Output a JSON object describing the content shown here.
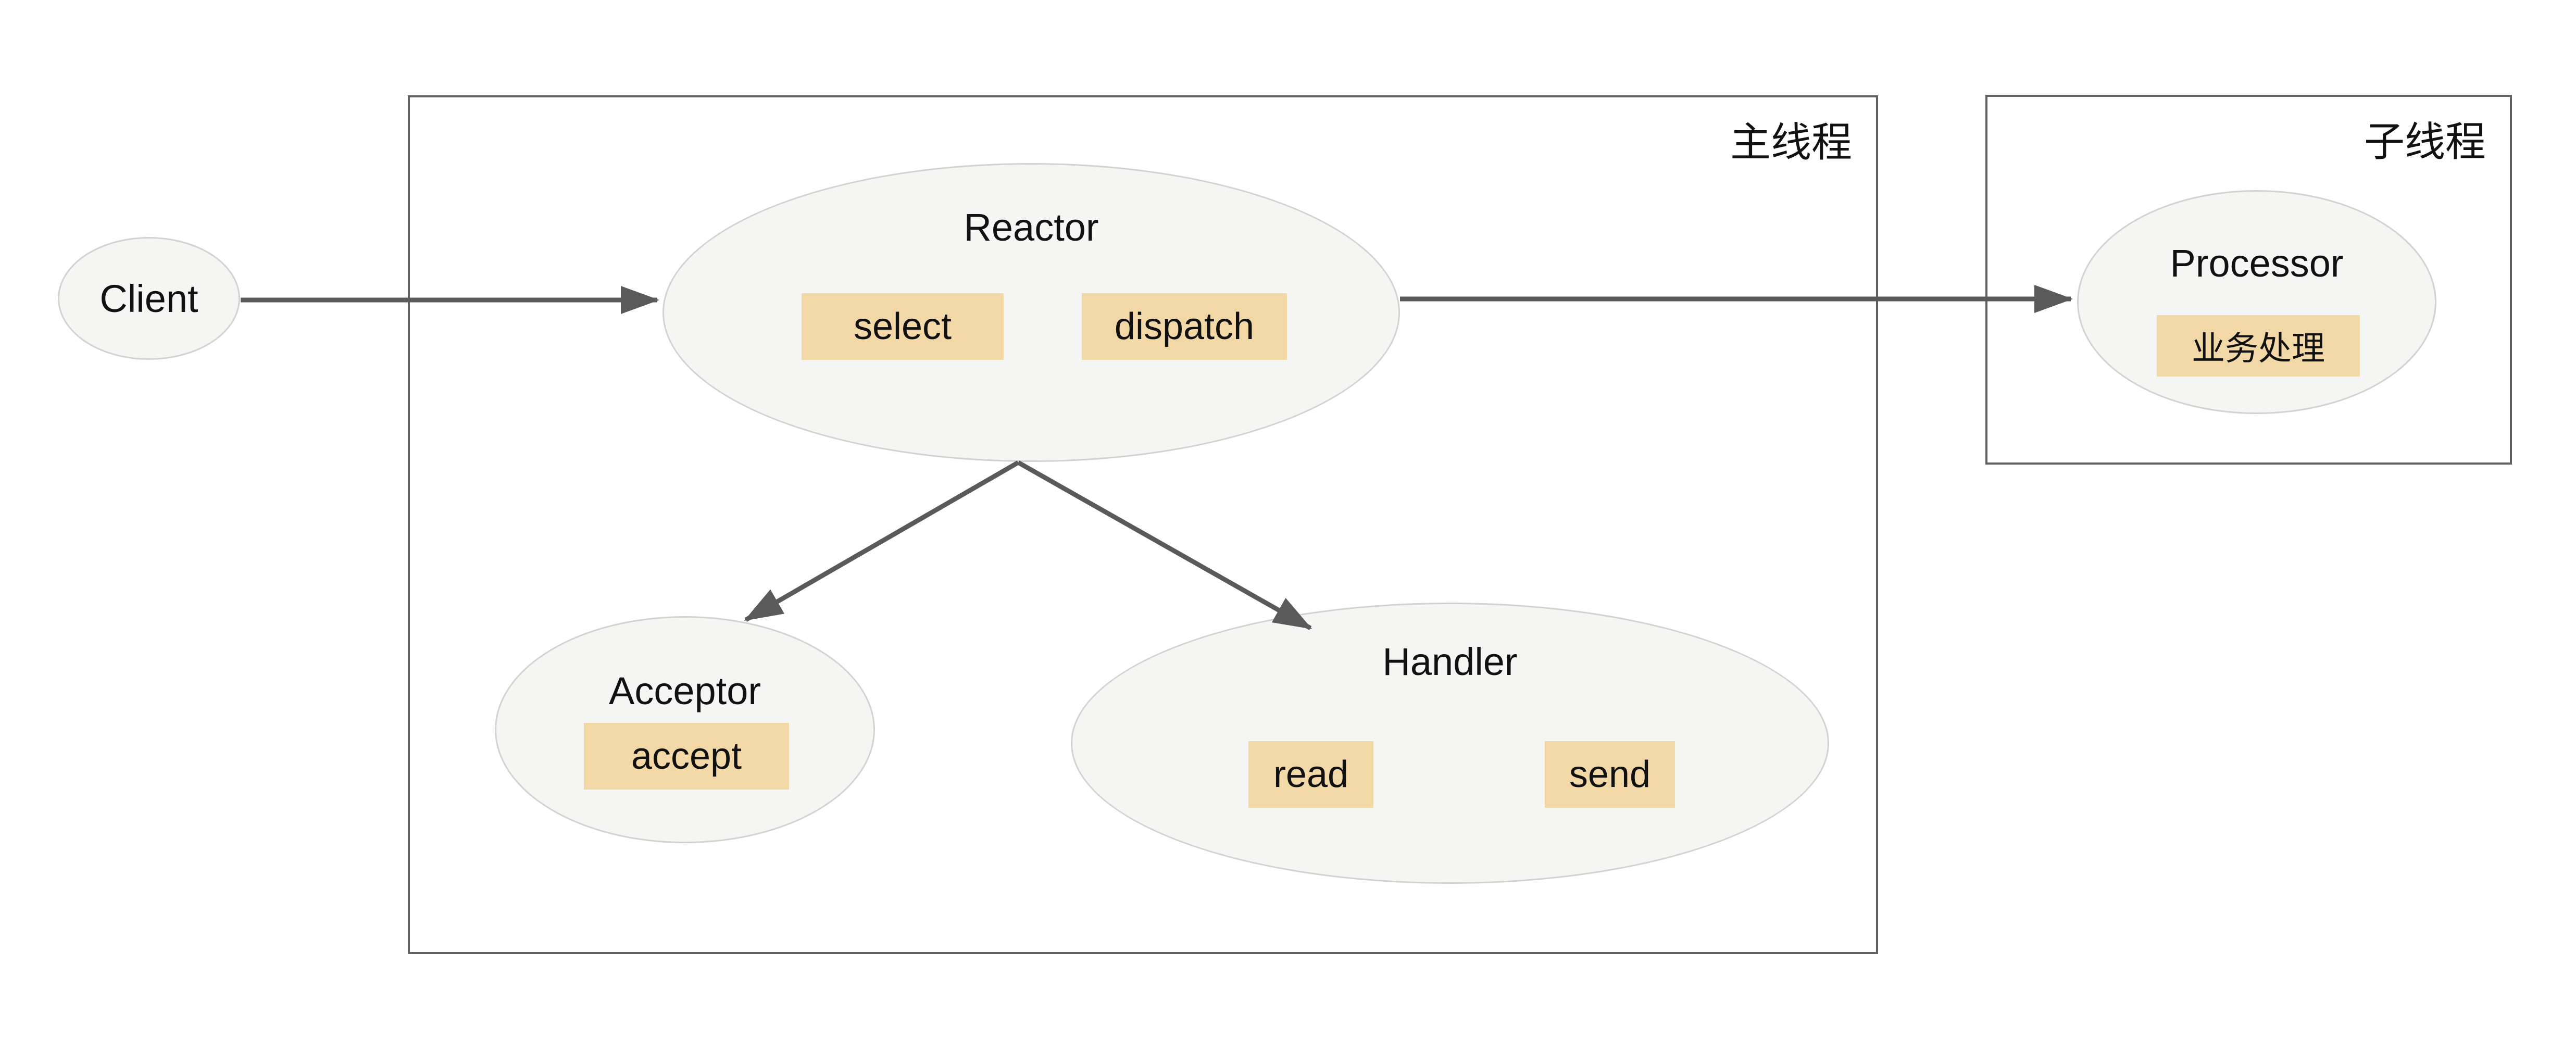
{
  "diagram": {
    "client": {
      "label": "Client"
    },
    "main_thread": {
      "label": "主线程",
      "reactor": {
        "title": "Reactor",
        "boxes": [
          "select",
          "dispatch"
        ]
      },
      "acceptor": {
        "title": "Acceptor",
        "boxes": [
          "accept"
        ]
      },
      "handler": {
        "title": "Handler",
        "boxes": [
          "read",
          "send"
        ]
      }
    },
    "sub_thread": {
      "label": "子线程",
      "processor": {
        "title": "Processor",
        "boxes": [
          "业务处理"
        ]
      }
    },
    "arrows": [
      {
        "name": "client-to-reactor",
        "from": "Client",
        "to": "Reactor"
      },
      {
        "name": "reactor-to-processor",
        "from": "Reactor",
        "to": "Processor"
      },
      {
        "name": "reactor-to-acceptor",
        "from": "Reactor",
        "to": "Acceptor"
      },
      {
        "name": "reactor-to-handler",
        "from": "Reactor",
        "to": "Handler"
      }
    ],
    "colors": {
      "background": "#ffffff",
      "container_border": "#616161",
      "ellipse_fill": "#f5f5f3",
      "ellipse_border": "#d2d2d0",
      "box_fill": "#f2d8a6",
      "text": "#111111",
      "arrow": "#5a5a5a"
    }
  }
}
